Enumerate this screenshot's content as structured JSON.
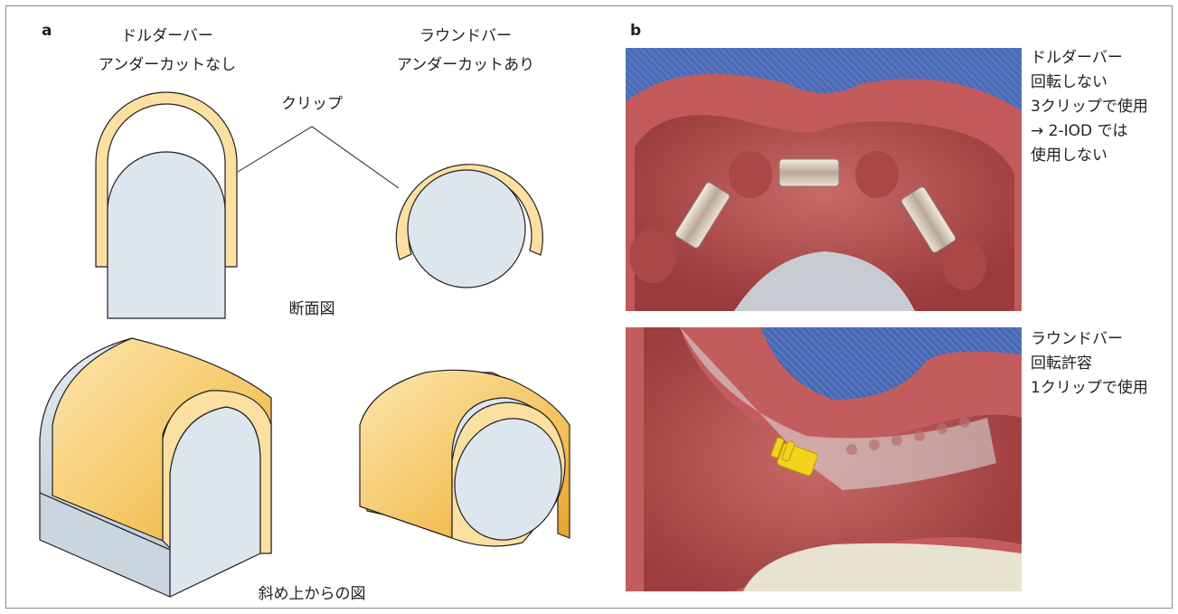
{
  "panel_a": {
    "letter": "a",
    "dolder": {
      "line1": "ドルダーバー",
      "line2": "アンダーカットなし"
    },
    "round": {
      "line1": "ラウンドバー",
      "line2": "アンダーカットあり"
    },
    "clip_label": "クリップ",
    "cross_section_label": "断面図",
    "oblique_label": "斜め上からの図"
  },
  "panel_b": {
    "letter": "b",
    "top_caption": [
      "ドルダーバー",
      "回転しない",
      "3クリップで使用",
      "→ 2-IOD では",
      "使用しない"
    ],
    "bottom_caption": [
      "ラウンドバー",
      "回転許容",
      "1クリップで使用"
    ]
  },
  "colors": {
    "clip_fill": "#fbe0a2",
    "clip_gradient_dark": "#efae35",
    "bar_fill": "#dce6ee",
    "denture_pink": "#c8585a",
    "blue_cloth": "#4f6fb8",
    "yellow_clip": "#f2d21b"
  }
}
